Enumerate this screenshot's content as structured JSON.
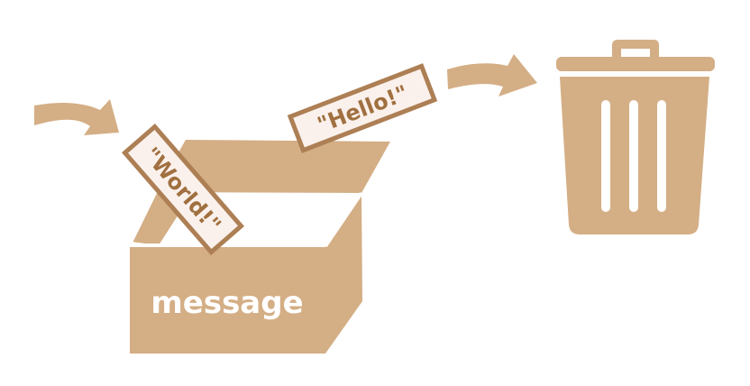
{
  "diagram": {
    "variable_name": "message",
    "new_value": "\"World!\"",
    "old_value": "\"Hello!\"",
    "icons": {
      "incoming_arrow": "curved-arrow-icon",
      "outgoing_arrow": "curved-arrow-icon",
      "box": "open-box-icon",
      "trash": "trash-can-icon"
    }
  },
  "colors": {
    "box": "#d4ae85",
    "box_dark": "#c49e75",
    "card_fill": "#fbf1ec",
    "card_border": "#ad7f54",
    "card_text": "#a07040",
    "label_text": "#ffffff"
  }
}
